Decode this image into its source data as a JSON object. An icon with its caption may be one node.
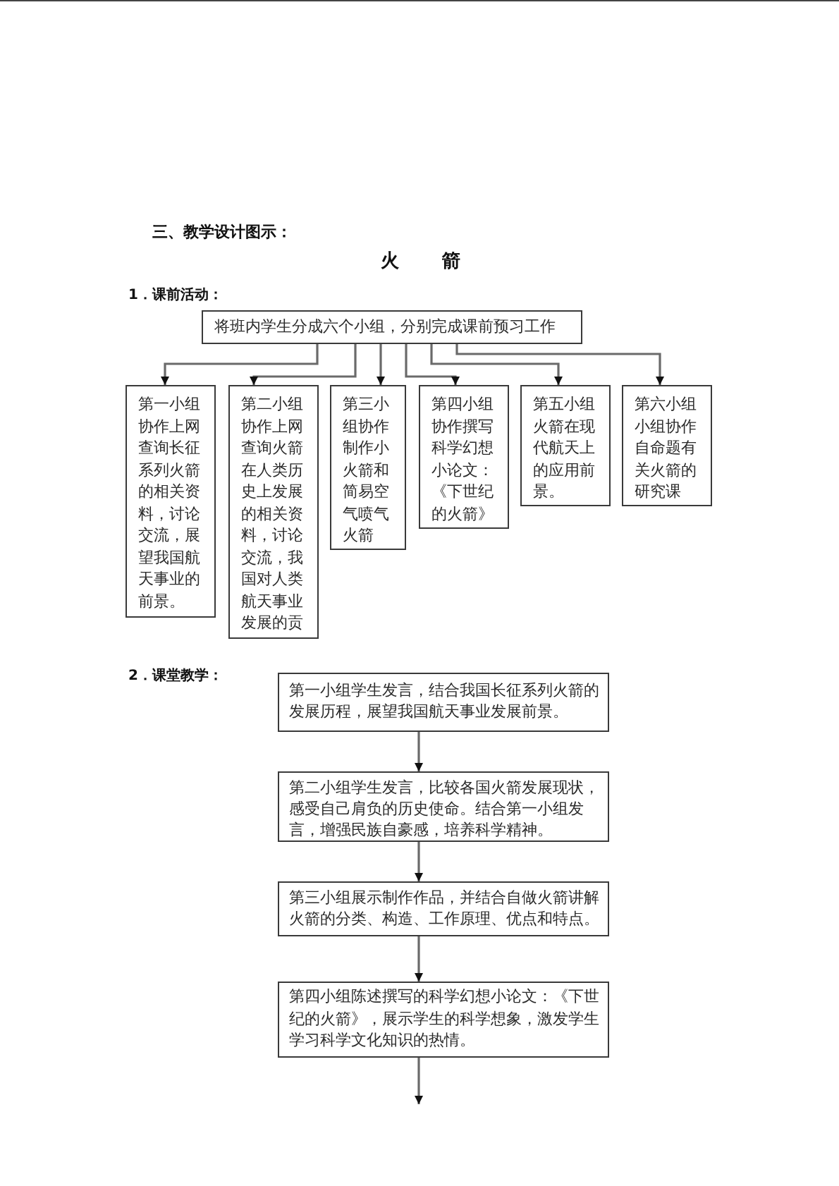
{
  "diagram": {
    "title": "火 箭",
    "nodes": [
      {
        "text": [
          "将班内学生分成六个小组，分别完成课前预习工作"
        ]
      },
      {
        "text": [
          "第一小组协作上网查询长征系列火箭的相关资料，讨论交流，展望我国航天事业的前景。"
        ]
      },
      {
        "text": [
          "第二小组协作上网查询火箭在人类历史上发展的相关资料，讨论交流，我国对人类航天事业发展的贡"
        ]
      },
      {
        "text": [
          "第三小组协作制作小火箭和简易空气喷气火箭"
        ]
      },
      {
        "text": [
          "第四小组协作撰写科学幻想小论文：《下世纪的火箭》"
        ]
      },
      {
        "text": [
          "第五小组火箭在现代航天上的应用前景。"
        ]
      },
      {
        "text": [
          "第六小组小组协作自命题有关火箭的研究课"
        ]
      },
      {
        "text": [
          "第一小组学生发言，结合我国长征系列火箭的发展历程，展望我国航天事业发展前景。"
        ]
      },
      {
        "text": [
          "第二小组学生发言，比较各国火箭发展现状，感受自己肩负的历史使命。结合第一小组发言，增强民族自豪感，培养科学精神。"
        ]
      },
      {
        "text": [
          "第三小组展示制作作品，并结合自做火箭讲解火箭的分类、构造、工作原理、优点和特点。"
        ]
      },
      {
        "text": [
          "第四小组陈述撰写的科学幻想小论文：《下世纪的火箭》，展示学生的科学想象，激发学生学习科学文化知识的热情。"
        ]
      }
    ],
    "edges": [
      {
        "from": 0,
        "to": 1,
        "arrow": "to"
      },
      {
        "from": 0,
        "to": 2,
        "arrow": "to"
      },
      {
        "from": 0,
        "to": 3,
        "arrow": "to"
      },
      {
        "from": 0,
        "to": 4,
        "arrow": "to"
      },
      {
        "from": 0,
        "to": 5,
        "arrow": "to"
      },
      {
        "from": 0,
        "to": 6,
        "arrow": "to"
      },
      {
        "from": 7,
        "to": 8,
        "arrow": "to"
      },
      {
        "from": 8,
        "to": 9,
        "arrow": "to"
      },
      {
        "from": 9,
        "to": 10,
        "arrow": "to"
      },
      {
        "from": 10,
        "to": null,
        "arrow": "to"
      }
    ],
    "labels": [
      "三、教学设计图示：",
      "1．课前活动：",
      "2．课堂教学："
    ]
  }
}
